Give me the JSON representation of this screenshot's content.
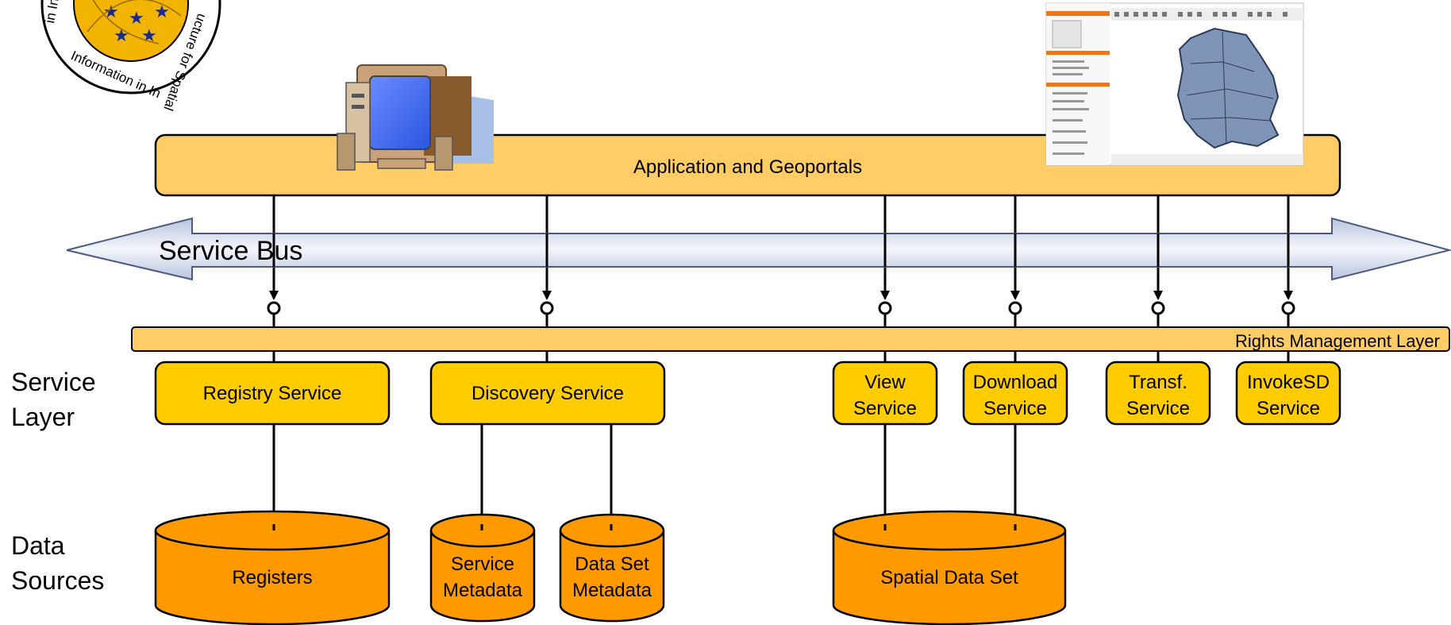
{
  "logo": {
    "arc_text_left": "in In",
    "arc_text_bottom": "Information in In",
    "arc_text_right": "ucture for Spatial",
    "ring_color": "#ffffff",
    "globe_color": "#f2b400",
    "star_color": "#1a2a8c"
  },
  "application_layer": {
    "label": "Application and Geoportals"
  },
  "service_bus": {
    "label": "Service  Bus"
  },
  "rights_layer": {
    "label": "Rights Management Layer"
  },
  "side_labels": {
    "service_layer": [
      "Service",
      "Layer"
    ],
    "data_sources": [
      "Data",
      "Sources"
    ]
  },
  "services": {
    "registry": [
      "Registry Service"
    ],
    "discovery": [
      "Discovery Service"
    ],
    "view": [
      "View",
      "Service"
    ],
    "download": [
      "Download",
      "Service"
    ],
    "transf": [
      "Transf.",
      "Service"
    ],
    "invoke": [
      "InvokeSD",
      "Service"
    ]
  },
  "data_sources": {
    "registers": [
      "Registers"
    ],
    "service_metadata": [
      "Service",
      "Metadata"
    ],
    "dataset_metadata": [
      "Data Set",
      "Metadata"
    ],
    "spatial_dataset": [
      "Spatial Data Set"
    ]
  },
  "colors": {
    "app_fill": "#ffcc66",
    "bus_fill_top": "#b8c2dd",
    "bus_fill_mid": "#ffffff",
    "rights_fill": "#ffcc66",
    "service_fill": "#ffcc00",
    "cylinder_fill": "#ff9900",
    "stroke": "#000000"
  }
}
